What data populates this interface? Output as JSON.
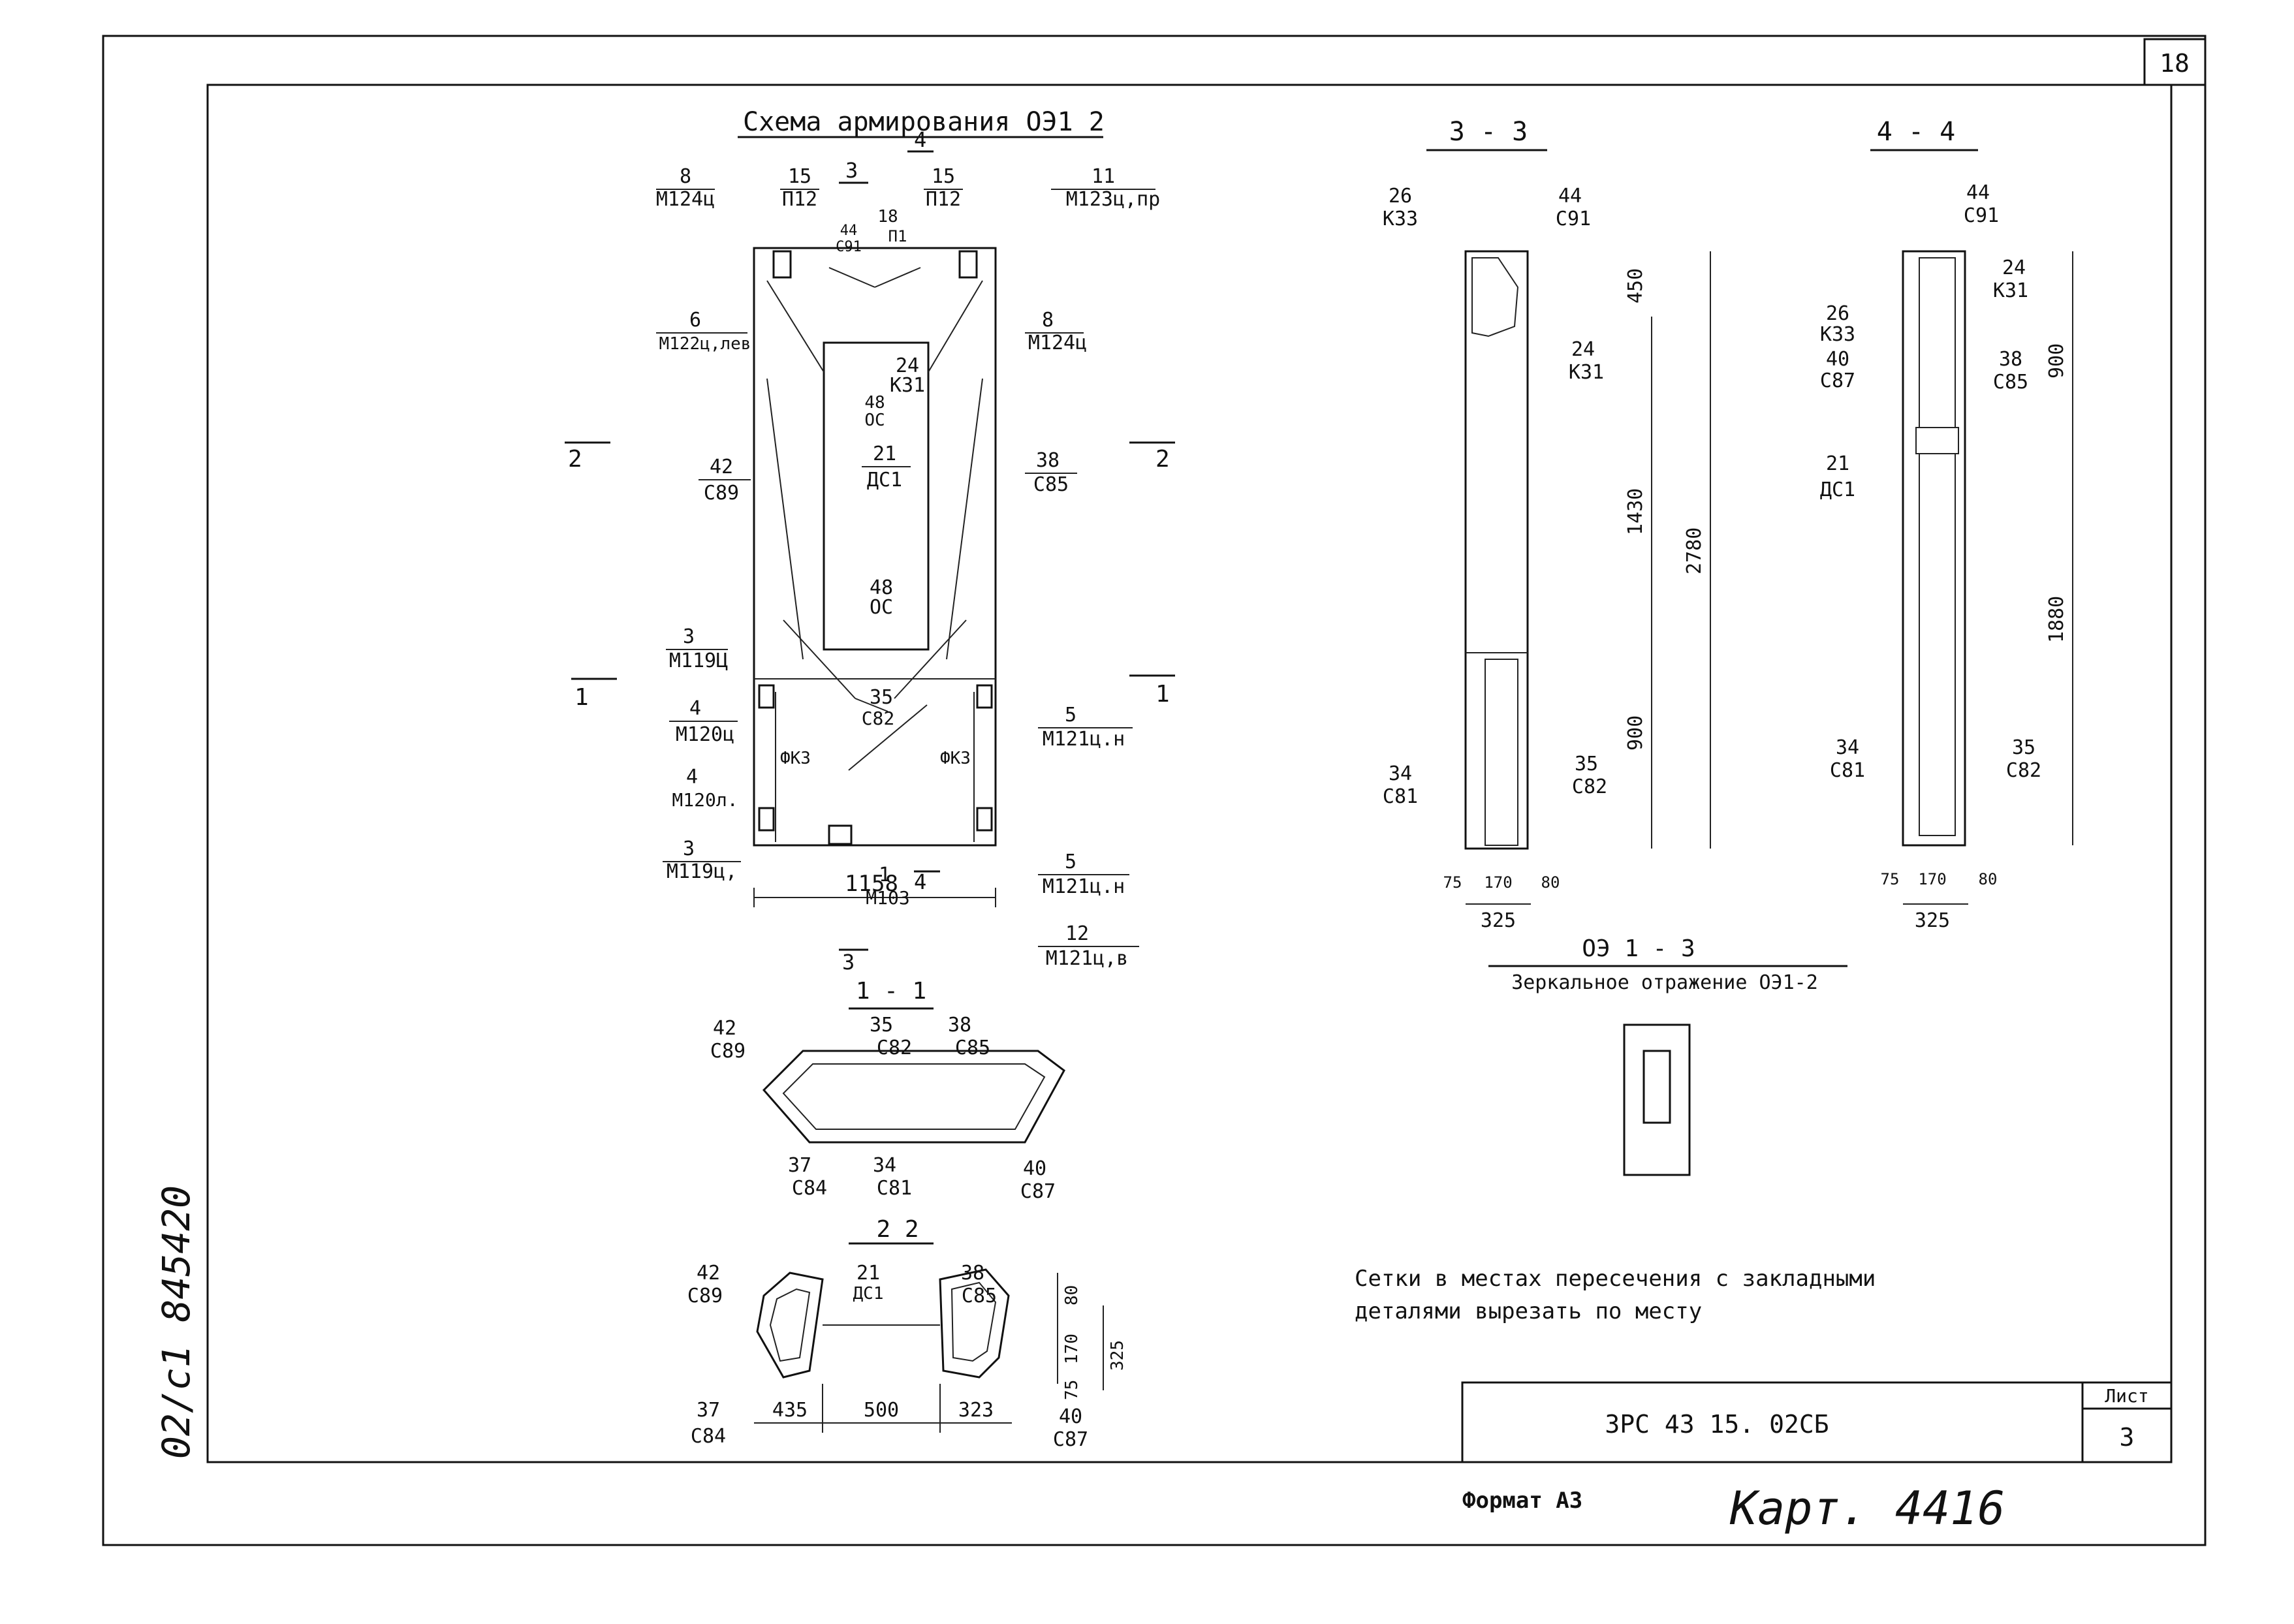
{
  "sheet": {
    "corner_number": "18",
    "title": "Схема армирования ОЭ1 2",
    "note_line1": "Сетки в местах пересечения с закладными",
    "note_line2": "деталями вырезать по месту",
    "format": "Формат А3",
    "kart": "Карт. 4416",
    "side_inv": "02/с1 845420"
  },
  "title_block": {
    "code": "ЗРС 43 15. 02СБ",
    "list_label": "Лист",
    "list_number": "3"
  },
  "main_view": {
    "leaders": [
      {
        "num": "8",
        "code": "М124ц"
      },
      {
        "num": "15",
        "code": "П12"
      },
      {
        "num": "3",
        "code": ""
      },
      {
        "num": "15",
        "code": "П12"
      },
      {
        "num": "11",
        "code": "М123ц,пр"
      },
      {
        "num": "18",
        "code": "П1"
      },
      {
        "num": "44",
        "code": "С91"
      },
      {
        "num": "6",
        "code": "М122ц,лев"
      },
      {
        "num": "8",
        "code": "М124ц"
      },
      {
        "num": "24",
        "code": "К31"
      },
      {
        "num": "48",
        "code": "ОС"
      },
      {
        "num": "42",
        "code": "С89"
      },
      {
        "num": "21",
        "code": "ДС1"
      },
      {
        "num": "38",
        "code": "С85"
      },
      {
        "num": "48",
        "code": "ОС"
      },
      {
        "num": "3",
        "code": "М119Ц"
      },
      {
        "num": "35",
        "code": "С82"
      },
      {
        "num": "4",
        "code": "М120ц"
      },
      {
        "num": "5",
        "code": "М121ц.н"
      },
      {
        "num": "4",
        "code": "М120л."
      },
      {
        "num": "3",
        "code": "М119ц,"
      },
      {
        "num": "1",
        "code": "М103"
      },
      {
        "num": "5",
        "code": "М121ц.н"
      },
      {
        "num": "12",
        "code": "М121ц,в"
      }
    ],
    "fk_left": "ФК3",
    "fk_right": "ФК3",
    "dim_width": "1158",
    "cut_4_top": "4",
    "cut_4_bottom": "4",
    "cut_3_top": "3",
    "cut_3_bottom": "3",
    "cut_2_left": "2",
    "cut_2_right": "2",
    "cut_1_left": "1",
    "cut_1_right": "1"
  },
  "section_1_1": {
    "title": "1 - 1",
    "leaders": [
      {
        "num": "42",
        "code": "С89"
      },
      {
        "num": "35",
        "code": "С82"
      },
      {
        "num": "38",
        "code": "С85"
      },
      {
        "num": "37",
        "code": "С84"
      },
      {
        "num": "34",
        "code": "С81"
      },
      {
        "num": "40",
        "code": "С87"
      }
    ]
  },
  "section_2_2": {
    "title": "2  2",
    "leaders": [
      {
        "num": "42",
        "code": "С89"
      },
      {
        "num": "21",
        "code": "ДС1"
      },
      {
        "num": "38",
        "code": "С85"
      },
      {
        "num": "37",
        "code": "С84"
      },
      {
        "num": "40",
        "code": "С87"
      }
    ],
    "dims": [
      "435",
      "500",
      "323",
      "80",
      "170",
      "75",
      "325"
    ]
  },
  "section_3_3": {
    "title": "3 - 3",
    "leaders": [
      {
        "num": "26",
        "code": "К33"
      },
      {
        "num": "44",
        "code": "С91"
      },
      {
        "num": "24",
        "code": "К31"
      },
      {
        "num": "34",
        "code": "С81"
      },
      {
        "num": "35",
        "code": "С82"
      }
    ],
    "dims_vertical": [
      "450",
      "1430",
      "900",
      "2780"
    ],
    "dims_bottom": [
      "75",
      "170",
      "80",
      "325"
    ]
  },
  "section_4_4": {
    "title": "4 - 4",
    "leaders": [
      {
        "num": "44",
        "code": "С91"
      },
      {
        "num": "24",
        "code": "К31"
      },
      {
        "num": "26",
        "code": "К33"
      },
      {
        "num": "40",
        "code": "С87"
      },
      {
        "num": "38",
        "code": "С85"
      },
      {
        "num": "21",
        "code": "ДС1"
      },
      {
        "num": "34",
        "code": "С81"
      },
      {
        "num": "35",
        "code": "С82"
      }
    ],
    "dims_vertical": [
      "900",
      "1880"
    ],
    "dims_bottom": [
      "75",
      "170",
      "80",
      "325"
    ]
  },
  "oe13": {
    "title": "ОЭ 1 - 3",
    "subtitle": "Зеркальное отражение ОЭ1-2"
  }
}
